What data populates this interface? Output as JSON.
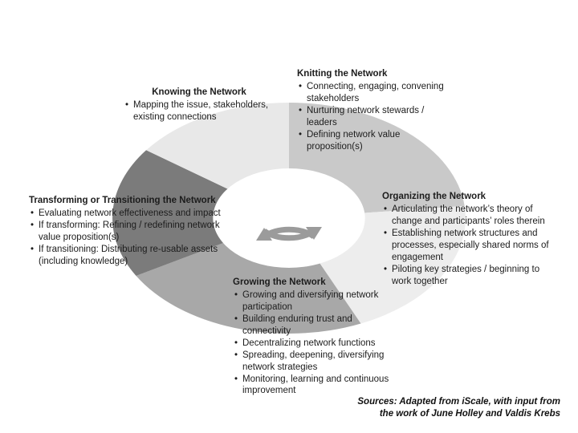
{
  "diagram": {
    "type": "cycle-wheel",
    "segments": [
      {
        "id": "knowing",
        "title": "Knowing the Network",
        "color": "#e8e8e8",
        "bullets": [
          "Mapping the issue, stakeholders, existing connections"
        ]
      },
      {
        "id": "knitting",
        "title": "Knitting the Network",
        "color": "#c9c9c9",
        "bullets": [
          "Connecting, engaging, convening stakeholders",
          "Nurturing network stewards / leaders",
          "Defining network value proposition(s)"
        ]
      },
      {
        "id": "organizing",
        "title": "Organizing the Network",
        "color": "#ededed",
        "bullets": [
          "Articulating the network’s theory of change and participants’ roles therein",
          "Establishing network structures and processes, especially shared norms of engagement",
          "Piloting key strategies  / beginning to work together"
        ]
      },
      {
        "id": "growing",
        "title": "Growing the Network",
        "color": "#a8a8a8",
        "bullets": [
          "Growing and diversifying network participation",
          "Building enduring trust and connectivity",
          "Decentralizing network functions",
          "Spreading, deepening, diversifying network strategies",
          "Monitoring, learning and continuous improvement"
        ]
      },
      {
        "id": "transforming",
        "title": "Transforming or Transitioning the Network",
        "color": "#7b7b7b",
        "bullets": [
          "Evaluating network effectiveness and impact",
          "If transforming: Refining / redefining network value proposition(s)",
          "If transitioning: Distributing re-usable assets (including knowledge)"
        ]
      }
    ],
    "center_icon": "circular-arrows-icon"
  },
  "source_note": {
    "line1": "Sources: Adapted from iScale, with input from",
    "line2": "the work of June Holley and Valdis Krebs"
  }
}
